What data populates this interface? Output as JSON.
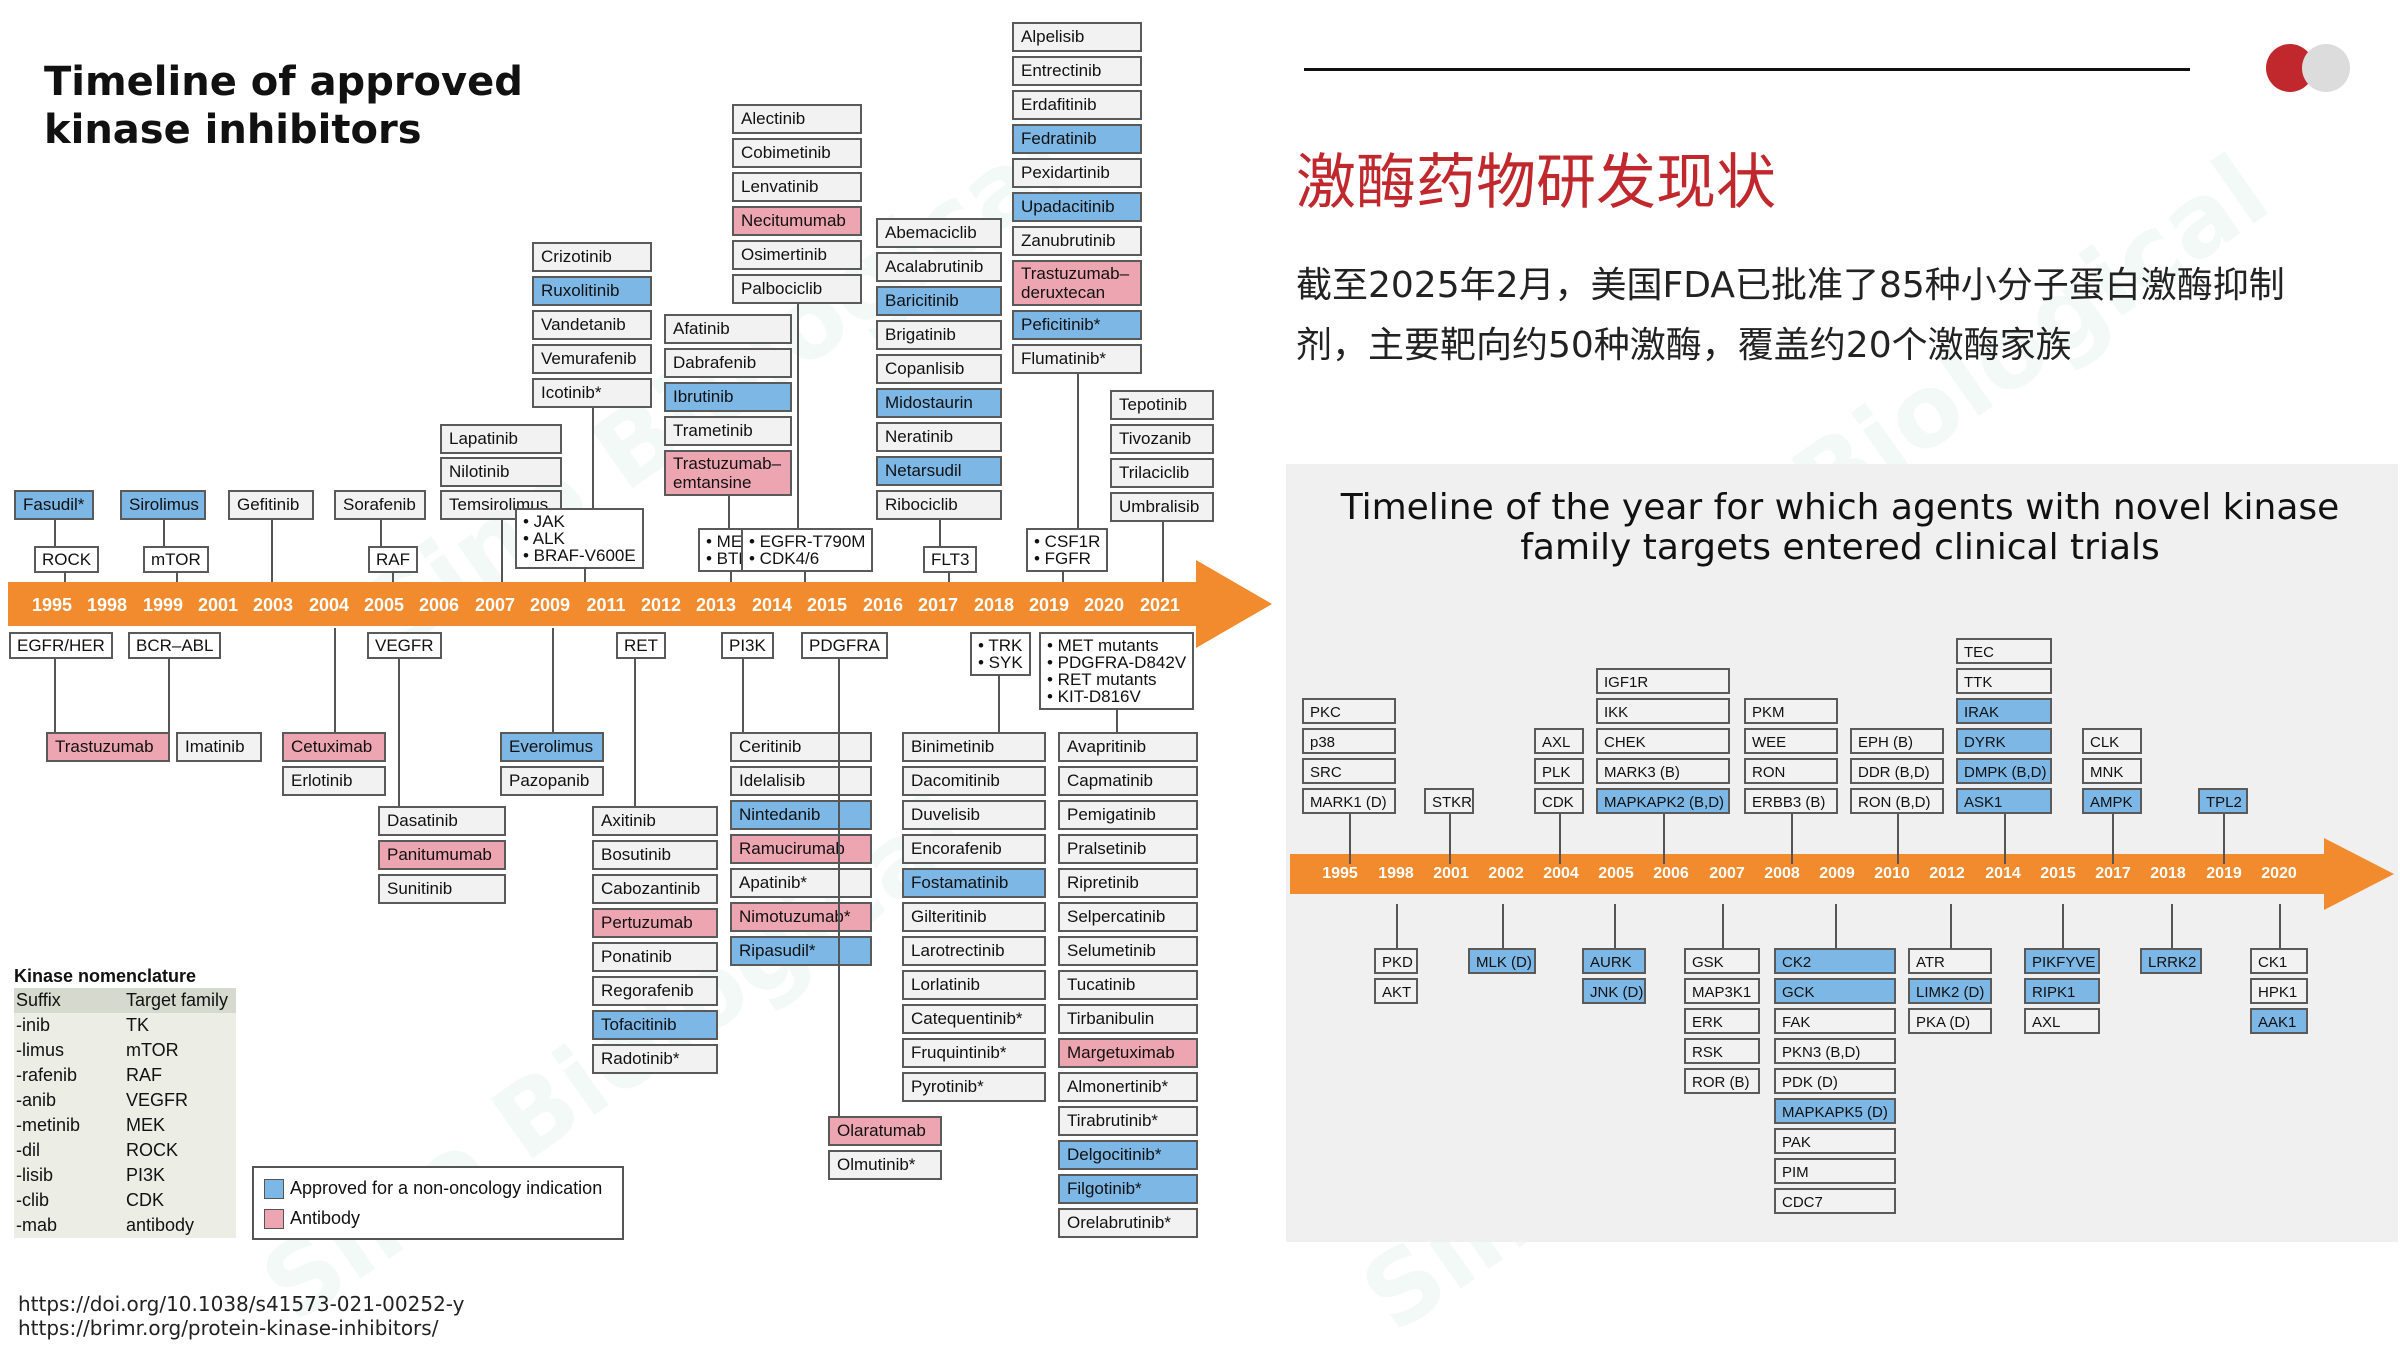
{
  "header": {
    "title": "Timeline of approved kinase inhibitors",
    "cn_title": "激酶药物研发现状",
    "paragraph": "截至2025年2月，美国FDA已批准了85种小分子蛋白激酶抑制剂，主要靶向约50种激酶，覆盖约20个激酶家族"
  },
  "watermark": "Sino Biological",
  "colors": {
    "accent": "#c0282d",
    "arrow": "#f28b2d",
    "approved_non_oncology": "#7db7e6",
    "antibody": "#eda6b1",
    "box": "#f2f2f2"
  },
  "left_timeline": {
    "years": [
      "1995",
      "1998",
      "1999",
      "2001",
      "2003",
      "2004",
      "2005",
      "2006",
      "2007",
      "2009",
      "2011",
      "2012",
      "2013",
      "2014",
      "2015",
      "2016",
      "2017",
      "2018",
      "2019",
      "2020",
      "2021"
    ],
    "above": [
      {
        "drugs": [
          {
            "name": "Fasudil*",
            "type": "non-oncology"
          }
        ],
        "target": "ROCK"
      },
      {
        "drugs": [
          {
            "name": "Sirolimus",
            "type": "non-oncology"
          }
        ],
        "target": "mTOR"
      },
      {
        "drugs": [
          {
            "name": "Gefitinib",
            "type": "small-molecule"
          }
        ],
        "target": ""
      },
      {
        "drugs": [
          {
            "name": "Sorafenib",
            "type": "small-molecule"
          }
        ],
        "target": "RAF"
      },
      {
        "drugs": [
          {
            "name": "Lapatinib",
            "type": "small-molecule"
          },
          {
            "name": "Nilotinib",
            "type": "small-molecule"
          },
          {
            "name": "Temsirolimus",
            "type": "small-molecule"
          }
        ],
        "target": ""
      },
      {
        "drugs": [
          {
            "name": "Crizotinib",
            "type": "small-molecule"
          },
          {
            "name": "Ruxolitinib",
            "type": "non-oncology"
          },
          {
            "name": "Vandetanib",
            "type": "small-molecule"
          },
          {
            "name": "Vemurafenib",
            "type": "small-molecule"
          },
          {
            "name": "Icotinib*",
            "type": "small-molecule"
          }
        ],
        "target": "• JAK\n• ALK\n• BRAF-V600E"
      },
      {
        "drugs": [
          {
            "name": "Afatinib",
            "type": "small-molecule"
          },
          {
            "name": "Dabrafenib",
            "type": "small-molecule"
          },
          {
            "name": "Ibrutinib",
            "type": "non-oncology"
          },
          {
            "name": "Trametinib",
            "type": "small-molecule"
          },
          {
            "name": "Trastuzumab–emtansine",
            "type": "antibody"
          }
        ],
        "target": "• MEK\n• BTK"
      },
      {
        "drugs": [
          {
            "name": "Alectinib",
            "type": "small-molecule"
          },
          {
            "name": "Cobimetinib",
            "type": "small-molecule"
          },
          {
            "name": "Lenvatinib",
            "type": "small-molecule"
          },
          {
            "name": "Necitumumab",
            "type": "antibody"
          },
          {
            "name": "Osimertinib",
            "type": "small-molecule"
          },
          {
            "name": "Palbociclib",
            "type": "small-molecule"
          }
        ],
        "target": "• EGFR-T790M\n• CDK4/6"
      },
      {
        "drugs": [
          {
            "name": "Abemaciclib",
            "type": "small-molecule"
          },
          {
            "name": "Acalabrutinib",
            "type": "small-molecule"
          },
          {
            "name": "Baricitinib",
            "type": "non-oncology"
          },
          {
            "name": "Brigatinib",
            "type": "small-molecule"
          },
          {
            "name": "Copanlisib",
            "type": "small-molecule"
          },
          {
            "name": "Midostaurin",
            "type": "non-oncology"
          },
          {
            "name": "Neratinib",
            "type": "small-molecule"
          },
          {
            "name": "Netarsudil",
            "type": "non-oncology"
          },
          {
            "name": "Ribociclib",
            "type": "small-molecule"
          }
        ],
        "target": "FLT3"
      },
      {
        "drugs": [
          {
            "name": "Alpelisib",
            "type": "small-molecule"
          },
          {
            "name": "Entrectinib",
            "type": "small-molecule"
          },
          {
            "name": "Erdafitinib",
            "type": "small-molecule"
          },
          {
            "name": "Fedratinib",
            "type": "non-oncology"
          },
          {
            "name": "Pexidartinib",
            "type": "small-molecule"
          },
          {
            "name": "Upadacitinib",
            "type": "non-oncology"
          },
          {
            "name": "Zanubrutinib",
            "type": "small-molecule"
          },
          {
            "name": "Trastuzumab–deruxtecan",
            "type": "antibody"
          },
          {
            "name": "Peficitinib*",
            "type": "non-oncology"
          },
          {
            "name": "Flumatinib*",
            "type": "small-molecule"
          }
        ],
        "target": "• CSF1R\n• FGFR"
      },
      {
        "drugs": [
          {
            "name": "Tepotinib",
            "type": "small-molecule"
          },
          {
            "name": "Tivozanib",
            "type": "small-molecule"
          },
          {
            "name": "Trilaciclib",
            "type": "small-molecule"
          },
          {
            "name": "Umbralisib",
            "type": "small-molecule"
          }
        ],
        "target": ""
      }
    ],
    "below": [
      {
        "target": "EGFR/HER",
        "drugs": [
          {
            "name": "Trastuzumab",
            "type": "antibody"
          }
        ]
      },
      {
        "target": "BCR–ABL",
        "drugs": [
          {
            "name": "Imatinib",
            "type": "small-molecule"
          }
        ]
      },
      {
        "target": "",
        "drugs": [
          {
            "name": "Cetuximab",
            "type": "antibody"
          },
          {
            "name": "Erlotinib",
            "type": "small-molecule"
          }
        ]
      },
      {
        "target": "VEGFR",
        "drugs": [
          {
            "name": "Dasatinib",
            "type": "small-molecule"
          },
          {
            "name": "Panitumumab",
            "type": "antibody"
          },
          {
            "name": "Sunitinib",
            "type": "small-molecule"
          }
        ]
      },
      {
        "target": "",
        "drugs": [
          {
            "name": "Everolimus",
            "type": "non-oncology"
          },
          {
            "name": "Pazopanib",
            "type": "small-molecule"
          }
        ]
      },
      {
        "target": "RET",
        "drugs": [
          {
            "name": "Axitinib",
            "type": "small-molecule"
          },
          {
            "name": "Bosutinib",
            "type": "small-molecule"
          },
          {
            "name": "Cabozantinib",
            "type": "small-molecule"
          },
          {
            "name": "Pertuzumab",
            "type": "antibody"
          },
          {
            "name": "Ponatinib",
            "type": "small-molecule"
          },
          {
            "name": "Regorafenib",
            "type": "small-molecule"
          },
          {
            "name": "Tofacitinib",
            "type": "non-oncology"
          },
          {
            "name": "Radotinib*",
            "type": "small-molecule"
          }
        ]
      },
      {
        "target": "PI3K",
        "drugs": [
          {
            "name": "Ceritinib",
            "type": "small-molecule"
          },
          {
            "name": "Idelalisib",
            "type": "small-molecule"
          },
          {
            "name": "Nintedanib",
            "type": "non-oncology"
          },
          {
            "name": "Ramucirumab",
            "type": "antibody"
          },
          {
            "name": "Apatinib*",
            "type": "small-molecule"
          },
          {
            "name": "Nimotuzumab*",
            "type": "antibody"
          },
          {
            "name": "Ripasudil*",
            "type": "non-oncology"
          }
        ]
      },
      {
        "target": "PDGFRA",
        "drugs": [
          {
            "name": "Olaratumab",
            "type": "antibody"
          },
          {
            "name": "Olmutinib*",
            "type": "small-molecule"
          }
        ]
      },
      {
        "target": "• TRK\n• SYK",
        "drugs": [
          {
            "name": "Binimetinib",
            "type": "small-molecule"
          },
          {
            "name": "Dacomitinib",
            "type": "small-molecule"
          },
          {
            "name": "Duvelisib",
            "type": "small-molecule"
          },
          {
            "name": "Encorafenib",
            "type": "small-molecule"
          },
          {
            "name": "Fostamatinib",
            "type": "non-oncology"
          },
          {
            "name": "Gilteritinib",
            "type": "small-molecule"
          },
          {
            "name": "Larotrectinib",
            "type": "small-molecule"
          },
          {
            "name": "Lorlatinib",
            "type": "small-molecule"
          },
          {
            "name": "Catequentinib*",
            "type": "small-molecule"
          },
          {
            "name": "Fruquintinib*",
            "type": "small-molecule"
          },
          {
            "name": "Pyrotinib*",
            "type": "small-molecule"
          }
        ]
      },
      {
        "target": "• MET mutants\n• PDGFRA-D842V\n• RET mutants\n• KIT-D816V",
        "drugs": [
          {
            "name": "Avapritinib",
            "type": "small-molecule"
          },
          {
            "name": "Capmatinib",
            "type": "small-molecule"
          },
          {
            "name": "Pemigatinib",
            "type": "small-molecule"
          },
          {
            "name": "Pralsetinib",
            "type": "small-molecule"
          },
          {
            "name": "Ripretinib",
            "type": "small-molecule"
          },
          {
            "name": "Selpercatinib",
            "type": "small-molecule"
          },
          {
            "name": "Selumetinib",
            "type": "small-molecule"
          },
          {
            "name": "Tucatinib",
            "type": "small-molecule"
          },
          {
            "name": "Tirbanibulin",
            "type": "small-molecule"
          },
          {
            "name": "Margetuximab",
            "type": "antibody"
          },
          {
            "name": "Almonertinib*",
            "type": "small-molecule"
          },
          {
            "name": "Tirabrutinib*",
            "type": "small-molecule"
          },
          {
            "name": "Delgocitinib*",
            "type": "non-oncology"
          },
          {
            "name": "Filgotinib*",
            "type": "non-oncology"
          },
          {
            "name": "Orelabrutinib*",
            "type": "small-molecule"
          }
        ]
      }
    ]
  },
  "nomenclature": {
    "title": "Kinase nomenclature",
    "headers": [
      "Suffix",
      "Target family"
    ],
    "rows": [
      [
        "-inib",
        "TK"
      ],
      [
        "-limus",
        "mTOR"
      ],
      [
        "-rafenib",
        "RAF"
      ],
      [
        "-anib",
        "VEGFR"
      ],
      [
        "-metinib",
        "MEK"
      ],
      [
        "-dil",
        "ROCK"
      ],
      [
        "-lisib",
        "PI3K"
      ],
      [
        "-clib",
        "CDK"
      ],
      [
        "-mab",
        "antibody"
      ]
    ]
  },
  "legend": {
    "non_oncology": "Approved for a non-oncology indication",
    "antibody": "Antibody"
  },
  "right_panel": {
    "title": "Timeline of the year for which agents with novel kinase family targets entered clinical trials",
    "years": [
      "1995",
      "1998",
      "2001",
      "2002",
      "2004",
      "2005",
      "2006",
      "2007",
      "2008",
      "2009",
      "2010",
      "2012",
      "2014",
      "2015",
      "2017",
      "2018",
      "2019",
      "2020"
    ],
    "above": [
      [
        {
          "n": "PKC",
          "h": false
        },
        {
          "n": "p38",
          "h": false
        },
        {
          "n": "SRC",
          "h": false
        },
        {
          "n": "MARK1 (D)",
          "h": false
        }
      ],
      [
        {
          "n": "STKR",
          "h": false
        }
      ],
      [
        {
          "n": "AXL",
          "h": false
        },
        {
          "n": "PLK",
          "h": false
        },
        {
          "n": "CDK",
          "h": false
        }
      ],
      [
        {
          "n": "IGF1R",
          "h": false
        },
        {
          "n": "IKK",
          "h": false
        },
        {
          "n": "CHEK",
          "h": false
        },
        {
          "n": "MARK3 (B)",
          "h": false
        },
        {
          "n": "MAPKAPK2 (B,D)",
          "h": true
        }
      ],
      [
        {
          "n": "PKM",
          "h": false
        },
        {
          "n": "WEE",
          "h": false
        },
        {
          "n": "RON",
          "h": false
        },
        {
          "n": "ERBB3 (B)",
          "h": false
        }
      ],
      [
        {
          "n": "EPH (B)",
          "h": false
        },
        {
          "n": "DDR (B,D)",
          "h": false
        },
        {
          "n": "RON (B,D)",
          "h": false
        }
      ],
      [
        {
          "n": "TEC",
          "h": false
        },
        {
          "n": "TTK",
          "h": false
        },
        {
          "n": "IRAK",
          "h": true
        },
        {
          "n": "DYRK",
          "h": true
        },
        {
          "n": "DMPK (B,D)",
          "h": true
        },
        {
          "n": "ASK1",
          "h": true
        }
      ],
      [
        {
          "n": "CLK",
          "h": false
        },
        {
          "n": "MNK",
          "h": false
        },
        {
          "n": "AMPK",
          "h": true
        }
      ],
      [
        {
          "n": "TPL2",
          "h": true
        }
      ]
    ],
    "below": [
      [
        {
          "n": "PKD",
          "h": false
        },
        {
          "n": "AKT",
          "h": false
        }
      ],
      [
        {
          "n": "MLK (D)",
          "h": true
        }
      ],
      [
        {
          "n": "AURK",
          "h": true
        },
        {
          "n": "JNK (D)",
          "h": true
        }
      ],
      [
        {
          "n": "GSK",
          "h": false
        },
        {
          "n": "MAP3K1",
          "h": false
        },
        {
          "n": "ERK",
          "h": false
        },
        {
          "n": "RSK",
          "h": false
        },
        {
          "n": "ROR (B)",
          "h": false
        }
      ],
      [
        {
          "n": "CK2",
          "h": true
        },
        {
          "n": "GCK",
          "h": true
        },
        {
          "n": "FAK",
          "h": false
        },
        {
          "n": "PKN3 (B,D)",
          "h": false
        },
        {
          "n": "PDK (D)",
          "h": false
        },
        {
          "n": "MAPKAPK5 (D)",
          "h": true
        },
        {
          "n": "PAK",
          "h": false
        },
        {
          "n": "PIM",
          "h": false
        },
        {
          "n": "CDC7",
          "h": false
        }
      ],
      [
        {
          "n": "ATR",
          "h": false
        },
        {
          "n": "LIMK2 (D)",
          "h": true
        },
        {
          "n": "PKA (D)",
          "h": false
        }
      ],
      [
        {
          "n": "PIKFYVE",
          "h": true
        },
        {
          "n": "RIPK1",
          "h": true
        },
        {
          "n": "AXL",
          "h": false
        }
      ],
      [
        {
          "n": "LRRK2",
          "h": true
        }
      ],
      [
        {
          "n": "CK1",
          "h": false
        },
        {
          "n": "HPK1",
          "h": false
        },
        {
          "n": "AAK1",
          "h": true
        }
      ]
    ]
  },
  "references": [
    "https://doi.org/10.1038/s41573-021-00252-y",
    "https://brimr.org/protein-kinase-inhibitors/"
  ]
}
